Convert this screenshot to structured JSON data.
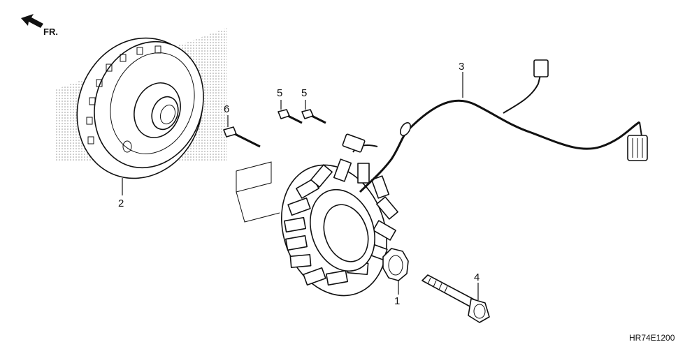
{
  "direction_label": "FR.",
  "diagram_code": "HR74E1200",
  "callouts": [
    {
      "id": "flywheel",
      "number": "2"
    },
    {
      "id": "wire-harness",
      "number": "3"
    },
    {
      "id": "bolt-5a",
      "number": "5"
    },
    {
      "id": "bolt-5b",
      "number": "5"
    },
    {
      "id": "bolt-6",
      "number": "6"
    },
    {
      "id": "washer",
      "number": "1"
    },
    {
      "id": "flange-bolt",
      "number": "4"
    }
  ],
  "colors": {
    "line": "#111111",
    "background": "#ffffff",
    "watermark": "#8a8a8a"
  }
}
